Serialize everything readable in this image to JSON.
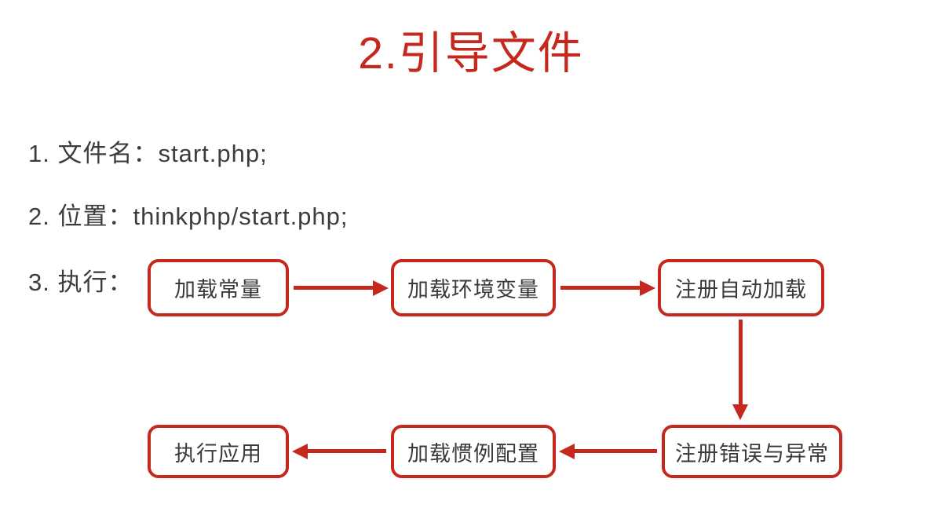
{
  "title": "2.引导文件",
  "list": {
    "item1": "1. 文件名：start.php;",
    "item2": "2. 位置：thinkphp/start.php;",
    "item3": "3. 执行："
  },
  "flow": {
    "nodes": [
      {
        "id": "load-constants",
        "label": "加载常量"
      },
      {
        "id": "load-env-vars",
        "label": "加载环境变量"
      },
      {
        "id": "register-autoload",
        "label": "注册自动加载"
      },
      {
        "id": "register-error-exception",
        "label": "注册错误与异常"
      },
      {
        "id": "load-convention-config",
        "label": "加载惯例配置"
      },
      {
        "id": "run-application",
        "label": "执行应用"
      }
    ],
    "edges": [
      {
        "from": "load-constants",
        "to": "load-env-vars",
        "direction": "right"
      },
      {
        "from": "load-env-vars",
        "to": "register-autoload",
        "direction": "right"
      },
      {
        "from": "register-autoload",
        "to": "register-error-exception",
        "direction": "down"
      },
      {
        "from": "register-error-exception",
        "to": "load-convention-config",
        "direction": "left"
      },
      {
        "from": "load-convention-config",
        "to": "run-application",
        "direction": "left"
      }
    ]
  },
  "colors": {
    "accent": "#c5281c",
    "text": "#3c3c3c",
    "background": "#ffffff"
  }
}
